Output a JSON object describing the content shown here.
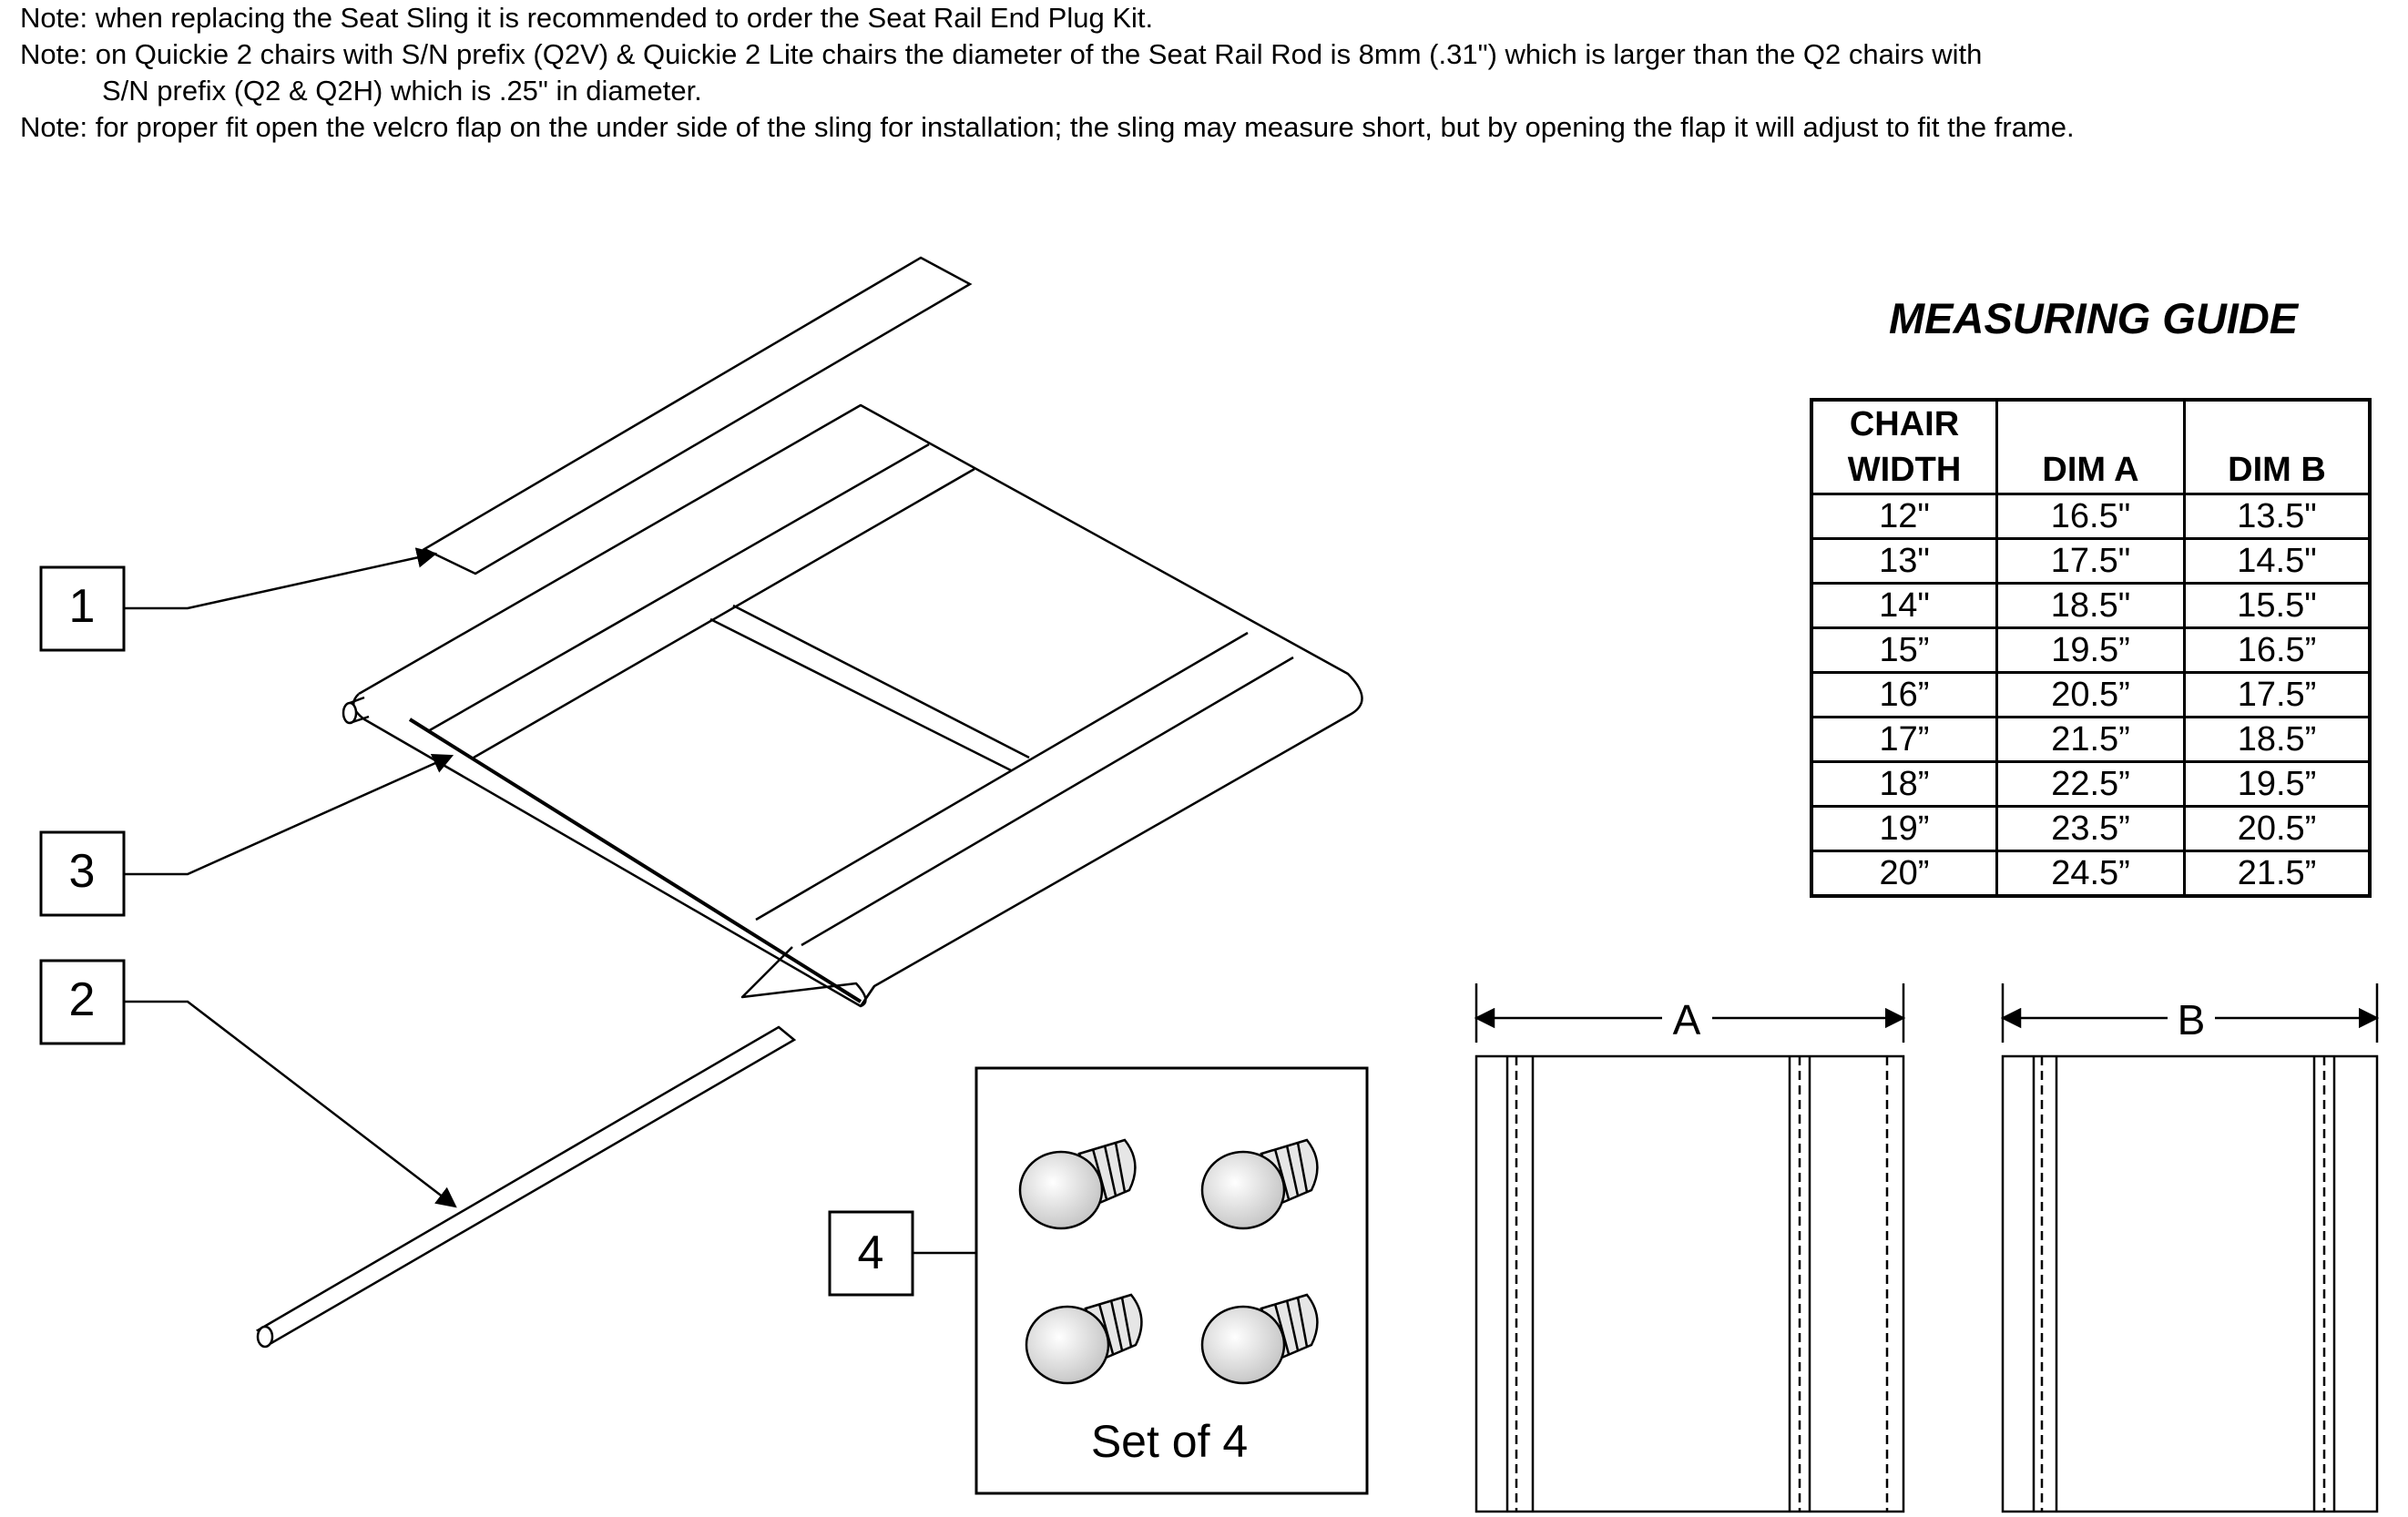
{
  "notes": [
    "Note: when replacing the Seat Sling it is recommended to order the Seat Rail End Plug Kit.",
    "Note: on Quickie 2 chairs with S/N prefix (Q2V) & Quickie 2 Lite chairs the diameter of the Seat Rail Rod is 8mm (.31\") which is larger than the Q2 chairs with",
    "S/N prefix (Q2 & Q2H) which is .25\" in diameter.",
    "Note: for proper fit open the velcro flap on the under side of the sling for installation; the sling may measure short, but by opening the flap it will adjust to fit the frame."
  ],
  "callouts": [
    "1",
    "3",
    "2",
    "4"
  ],
  "set_label": "Set of 4",
  "dimension_labels": {
    "a": "A",
    "b": "B"
  },
  "guide": {
    "title": "MEASURING GUIDE",
    "headers": [
      "CHAIR WIDTH",
      "DIM A",
      "DIM B"
    ],
    "rows": [
      [
        "12\"",
        "16.5\"",
        "13.5\""
      ],
      [
        "13\"",
        "17.5\"",
        "14.5\""
      ],
      [
        "14\"",
        "18.5\"",
        "15.5\""
      ],
      [
        "15”",
        "19.5”",
        "16.5”"
      ],
      [
        "16”",
        "20.5”",
        "17.5”"
      ],
      [
        "17”",
        "21.5”",
        "18.5”"
      ],
      [
        "18”",
        "22.5”",
        "19.5”"
      ],
      [
        "19”",
        "23.5”",
        "20.5”"
      ],
      [
        "20”",
        "24.5”",
        "21.5”"
      ]
    ]
  }
}
